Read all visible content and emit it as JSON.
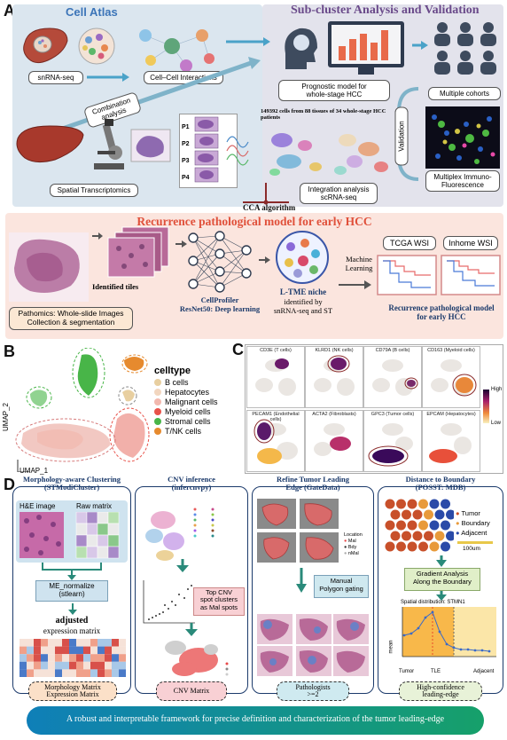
{
  "panel_letters": {
    "a": "A",
    "b": "B",
    "c": "C",
    "d": "D"
  },
  "panelA": {
    "cell_atlas": "Cell Atlas",
    "subcluster": "Sub-cluster Analysis and Validation",
    "snrna": "snRNA-seq",
    "cell_interactions": "Cell–Cell Interactions",
    "combination": "Combination\nanalysis",
    "spatial": "Spatial Transcriptomics",
    "p_labels": [
      "P1",
      "P2",
      "P3",
      "P4"
    ],
    "cells_note": "149392 cells from 88 tissues of 34 whole-stage HCC patients",
    "prognostic": "Prognostic model for\nwhole-stage HCC",
    "validation": "Validation",
    "multiple_cohorts": "Multiple cohorts",
    "multiplex": "Multiplex Immuno-\nFluorescence",
    "integration": "Integration analysis\nscRNA-seq",
    "cca": "CCA algorithm"
  },
  "recurrence": {
    "title": "Recurrence pathological model for early HCC",
    "identified_tiles": "Identified tiles",
    "pathomics": "Pathomics: Whole-slide Images\nCollection & segmentation",
    "cellprofiler": "CellProfiler\nResNet50: Deep learning",
    "ltme_title": "L-TME niche",
    "ltme_sub": "identified by\nsnRNA-seq and ST",
    "ml": "Machine\nLearning",
    "tcga": "TCGA WSI",
    "inhome": "Inhome WSI",
    "model": "Recurrence pathological model\nfor early HCC"
  },
  "panelB": {
    "legend_title": "celltype",
    "cell_types": [
      {
        "name": "B cells",
        "color": "#e8cfa0"
      },
      {
        "name": "Hepatocytes",
        "color": "#f2d6bf"
      },
      {
        "name": "Malignant cells",
        "color": "#f2b8ae"
      },
      {
        "name": "Myeloid cells",
        "color": "#e8524a"
      },
      {
        "name": "Stromal cells",
        "color": "#48b548"
      },
      {
        "name": "T/NK cells",
        "color": "#e68a2e"
      }
    ],
    "umap1": "UMAP_1",
    "umap2": "UMAP_2"
  },
  "panelC": {
    "markers": [
      "CD3E (T cells)",
      "KLRD1 (NK cells)",
      "CD79A (B cells)",
      "CD163 (Myeloid cells)",
      "PECAM1 (Endothelial cells)",
      "ACTA2 (Fibroblasts)",
      "GPC3 (Tumor cells)",
      "EPCAM (Hepatocytes)"
    ],
    "high": "High",
    "low": "Low"
  },
  "panelD": {
    "col1_title": "Morphology-aware Clustering\n(STModiCluster)",
    "he": "H&E image",
    "raw": "Raw matrix",
    "me_norm": "ME_normalize\n(stlearn)",
    "adjusted_bold": "adjusted",
    "adjusted_rest": "expression matrix",
    "col1_bottom": "Morphology Matrix\nExpression Matrix",
    "col2_title": "CNV inference\n(infercnvpy)",
    "top_cnv": "Top CNV\nspot clusters\nas Mal spots",
    "col2_bottom": "CNV Matrix",
    "col3_title": "Refine Tumor Leading\nEdge (GateData)",
    "location": "Location",
    "loc_items": [
      "Mal",
      "Bdy",
      "nMal"
    ],
    "manual": "Manual\nPolygon gating",
    "col3_bottom": "Pathologists\n>=2",
    "col4_title": "Distance to Boundary\n(POSST: MDB)",
    "tumor": "Tumor",
    "boundary": "Boundary",
    "adjacent": "Adjacent",
    "scale": "100um",
    "gradient": "Gradient Analysis\nAlong the Boundary",
    "spatial_dist": "Spatial distribution: STMN1",
    "mean": "mean",
    "tle": "TLE",
    "tumor_axis": "Tumor",
    "adjacent_axis": "Adjacent",
    "col4_bottom": "High-confidence\nleading-edge"
  },
  "banner": "A robust and interpretable framework for precise definition and characterization of the tumor leading-edge",
  "colors": {
    "panelA_bg": "#dde7ef",
    "panelA_right_bg": "#e4e4ee",
    "rec_bg": "#fbe6df",
    "navy": "#1b3a6b",
    "banner_left": "#0f7fb8",
    "banner_right": "#16a06a"
  }
}
